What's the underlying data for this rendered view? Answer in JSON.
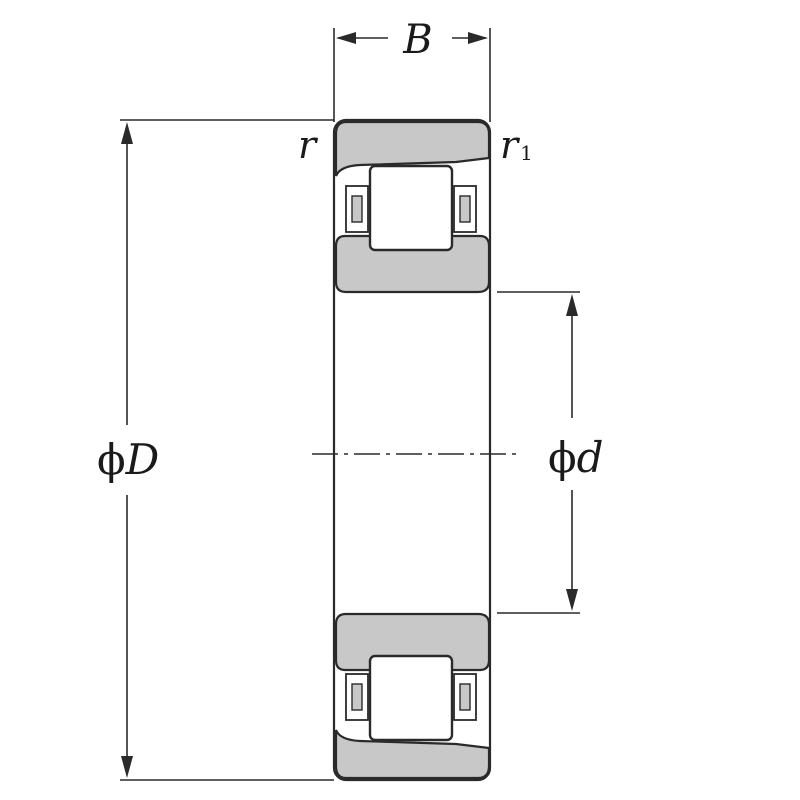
{
  "colors": {
    "ring_fill": "#c8c8c8",
    "roller_fill": "#ffffff",
    "line": "#2a2a2a"
  },
  "labels": {
    "width": "B",
    "corner_radius": "r",
    "corner_radius_1_base": "r",
    "corner_radius_1_sub": "1",
    "outer_diameter_symbol": "ϕ",
    "outer_diameter": "D",
    "bore_diameter_symbol": "ϕ",
    "bore_diameter": "d"
  }
}
